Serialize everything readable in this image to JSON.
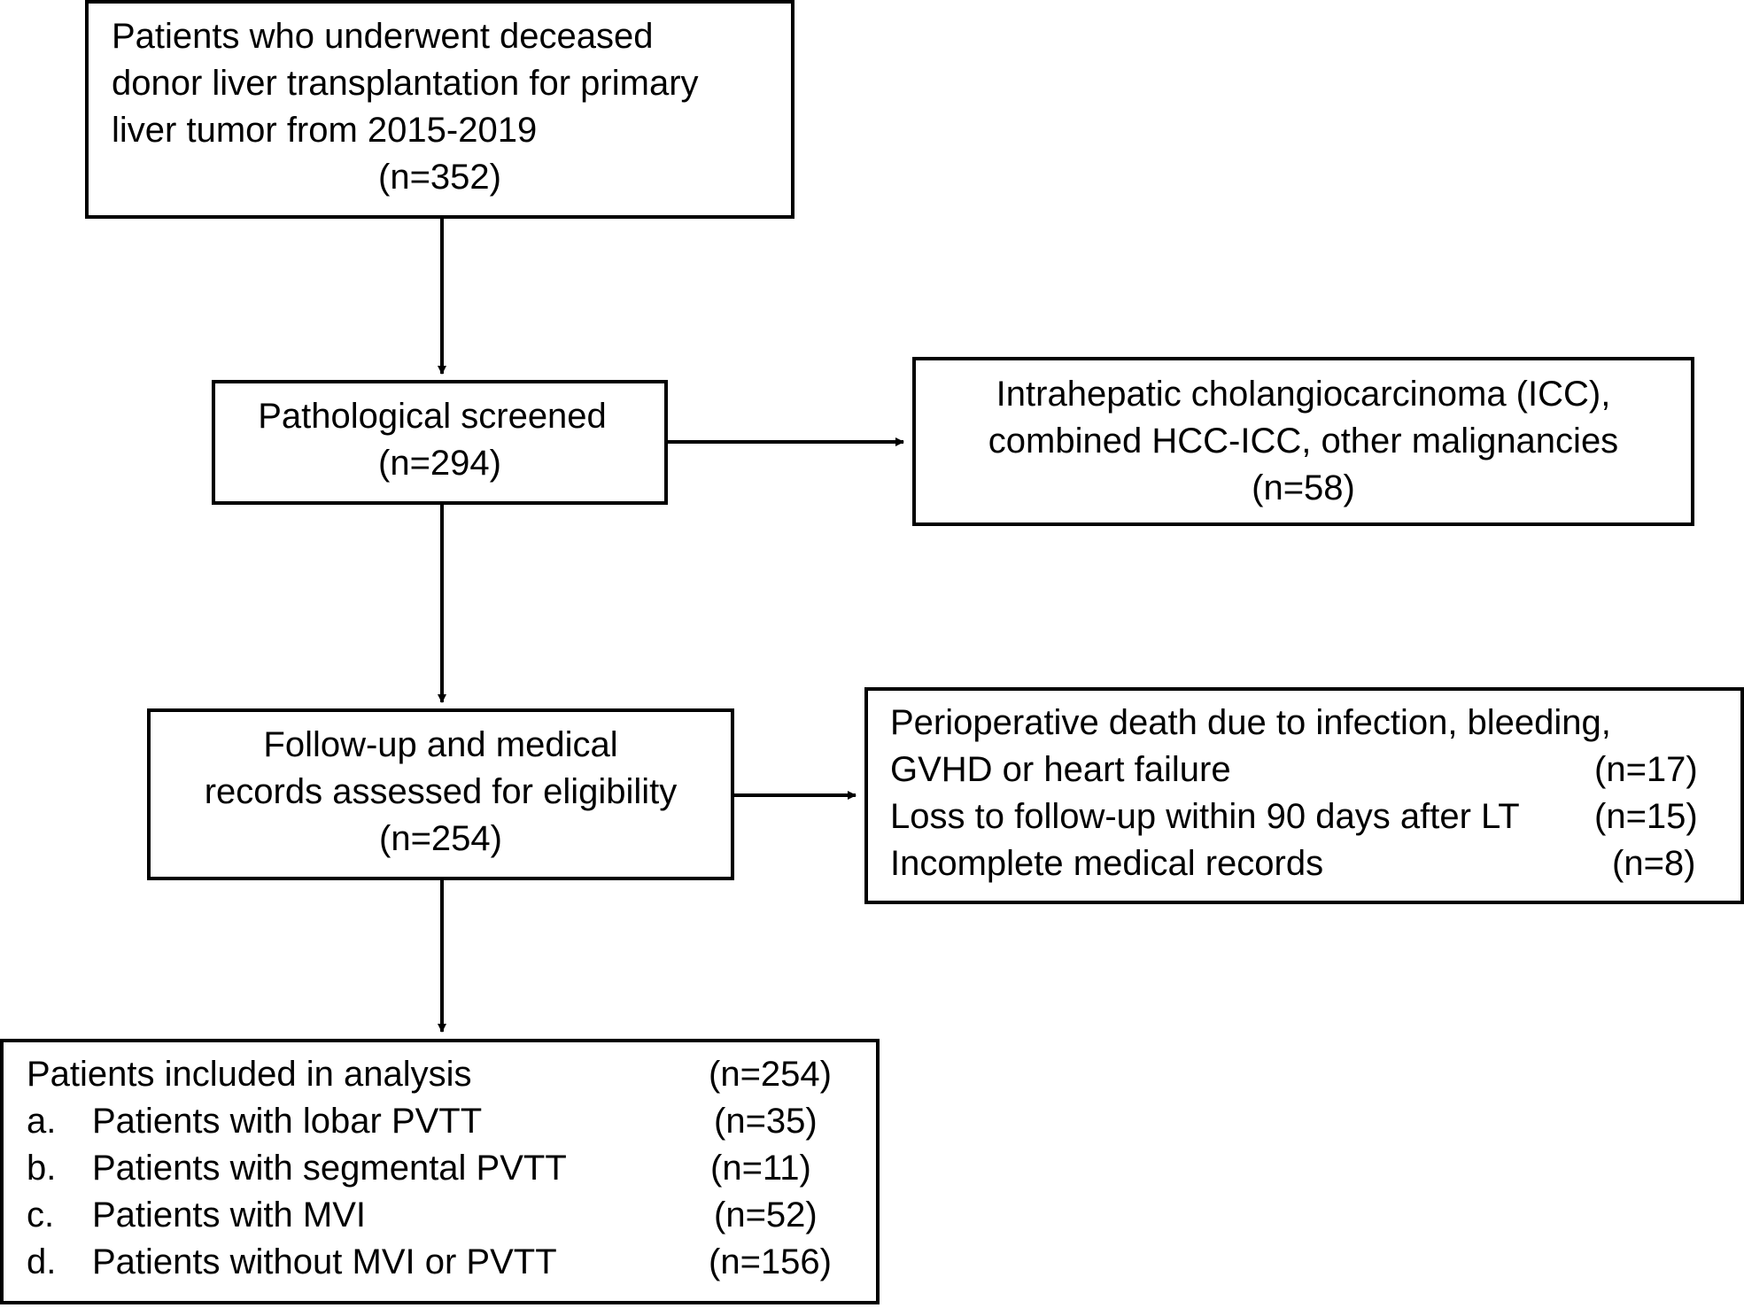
{
  "boxes": {
    "start": {
      "lines": [
        "Patients who underwent deceased",
        "donor liver transplantation for primary",
        "liver tumor from 2015-2019"
      ],
      "count": "(n=352)"
    },
    "screened": {
      "lines": [
        "Pathological screened"
      ],
      "count": "(n=294)"
    },
    "excluded_pathology": {
      "lines": [
        "Intrahepatic cholangiocarcinoma (ICC),",
        "combined HCC-ICC, other malignancies"
      ],
      "count": "(n=58)"
    },
    "eligibility": {
      "lines": [
        "Follow-up and medical",
        "records assessed for eligibility"
      ],
      "count": "(n=254)"
    },
    "excluded_followup": {
      "items": [
        {
          "label": "Perioperative death due to infection, bleeding,",
          "count": ""
        },
        {
          "label": "GVHD or heart failure",
          "count": "(n=17)"
        },
        {
          "label": "Loss to follow-up within 90 days after LT",
          "count": "(n=15)"
        },
        {
          "label": "Incomplete medical records",
          "count": "(n=8)"
        }
      ]
    },
    "included": {
      "header": {
        "label": "Patients included in analysis",
        "count": "(n=254)"
      },
      "items": [
        {
          "letter": "a.",
          "label": "Patients with lobar PVTT",
          "count": "(n=35)"
        },
        {
          "letter": "b.",
          "label": "Patients with segmental PVTT",
          "count": "(n=11)"
        },
        {
          "letter": "c.",
          "label": "Patients with MVI",
          "count": "(n=52)"
        },
        {
          "letter": "d.",
          "label": "Patients without MVI or PVTT",
          "count": "(n=156)"
        }
      ]
    }
  }
}
